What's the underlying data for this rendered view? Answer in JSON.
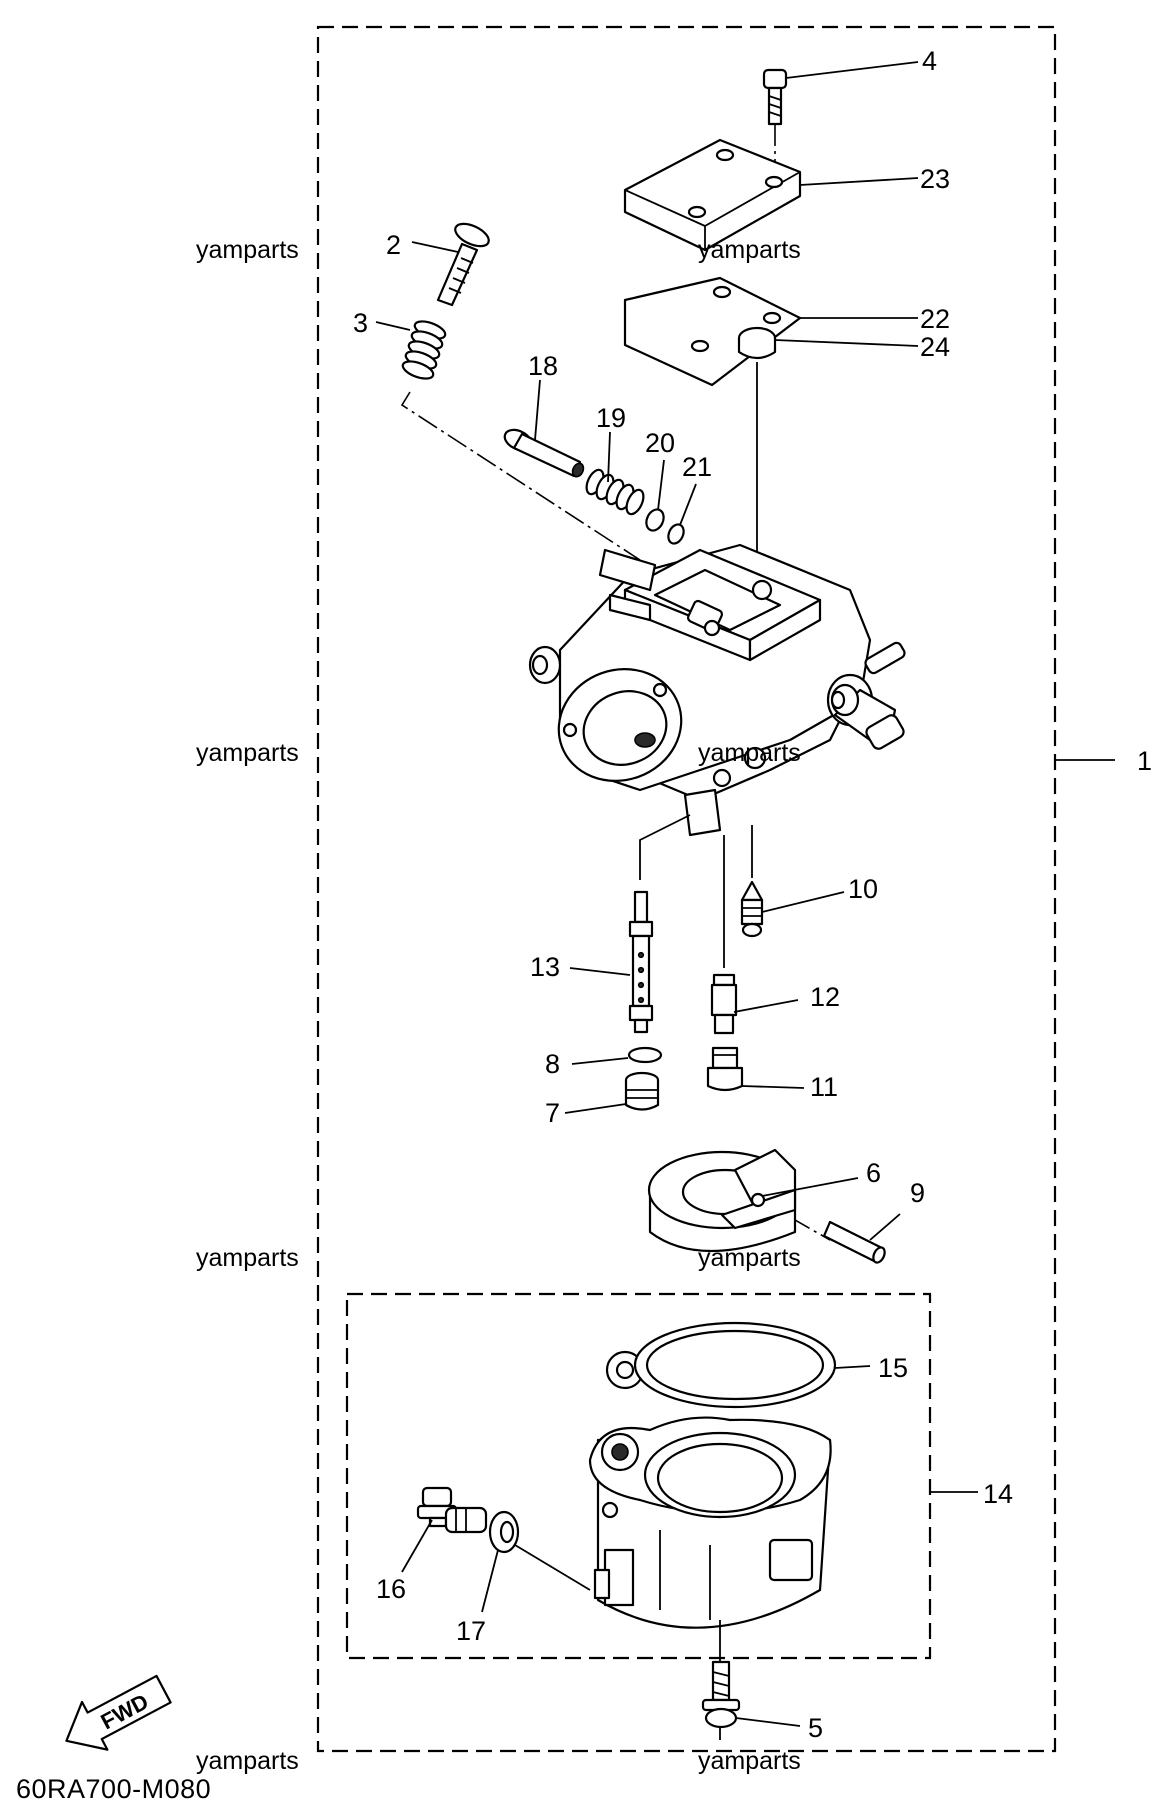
{
  "diagram_code": "60RA700-M080",
  "watermark": "yamparts",
  "direction_label": "FWD",
  "callouts": {
    "p1": "1",
    "p2": "2",
    "p3": "3",
    "p4": "4",
    "p5": "5",
    "p6": "6",
    "p7": "7",
    "p8": "8",
    "p9": "9",
    "p10": "10",
    "p11": "11",
    "p12": "12",
    "p13": "13",
    "p14": "14",
    "p15": "15",
    "p16": "16",
    "p17": "17",
    "p18": "18",
    "p19": "19",
    "p20": "20",
    "p21": "21",
    "p22": "22",
    "p23": "23",
    "p24": "24"
  }
}
